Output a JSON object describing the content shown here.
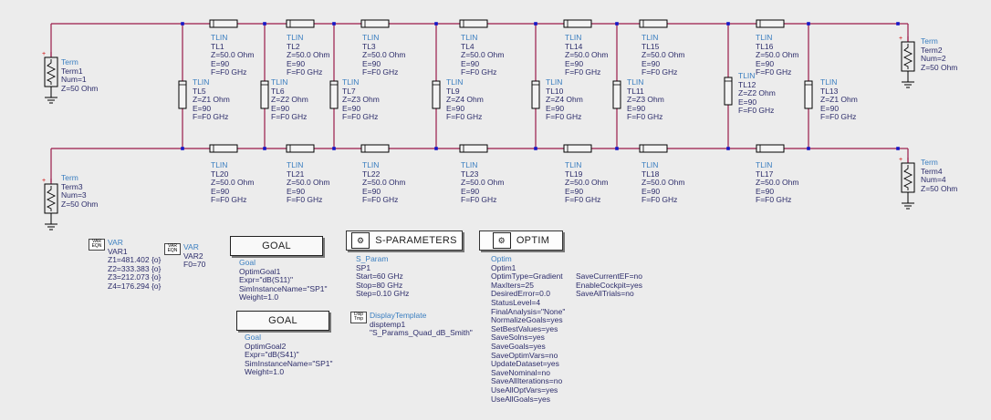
{
  "colors": {
    "wire": "#9a1a4a",
    "node": "#1515c8",
    "label_title": "#3a7ec0",
    "label_text": "#2c2c6a"
  },
  "terms": [
    {
      "id": "term1",
      "title": "Term",
      "lines": [
        "Term1",
        "Num=1",
        "Z=50 Ohm"
      ]
    },
    {
      "id": "term2",
      "title": "Term",
      "lines": [
        "Term2",
        "Num=2",
        "Z=50 Ohm"
      ]
    },
    {
      "id": "term3",
      "title": "Term",
      "lines": [
        "Term3",
        "Num=3",
        "Z=50 Ohm"
      ]
    },
    {
      "id": "term4",
      "title": "Term",
      "lines": [
        "Term4",
        "Num=4",
        "Z=50 Ohm"
      ]
    }
  ],
  "tlines": [
    {
      "id": "tl1",
      "title": "TLIN",
      "lines": [
        "TL1",
        "Z=50.0 Ohm",
        "E=90",
        "F=F0 GHz"
      ]
    },
    {
      "id": "tl2",
      "title": "TLIN",
      "lines": [
        "TL2",
        "Z=50.0 Ohm",
        "E=90",
        "F=F0 GHz"
      ]
    },
    {
      "id": "tl3",
      "title": "TLIN",
      "lines": [
        "TL3",
        "Z=50.0 Ohm",
        "E=90",
        "F=F0 GHz"
      ]
    },
    {
      "id": "tl4",
      "title": "TLIN",
      "lines": [
        "TL4",
        "Z=50.0 Ohm",
        "E=90",
        "F=F0 GHz"
      ]
    },
    {
      "id": "tl14",
      "title": "TLIN",
      "lines": [
        "TL14",
        "Z=50.0 Ohm",
        "E=90",
        "F=F0 GHz"
      ]
    },
    {
      "id": "tl15",
      "title": "TLIN",
      "lines": [
        "TL15",
        "Z=50.0 Ohm",
        "E=90",
        "F=F0 GHz"
      ]
    },
    {
      "id": "tl16",
      "title": "TLIN",
      "lines": [
        "TL16",
        "Z=50.0 Ohm",
        "E=90",
        "F=F0 GHz"
      ]
    },
    {
      "id": "tl5",
      "title": "TLIN",
      "lines": [
        "TL5",
        "Z=Z1 Ohm",
        "E=90",
        "F=F0 GHz"
      ]
    },
    {
      "id": "tl6",
      "title": "TLIN",
      "lines": [
        "TL6",
        "Z=Z2 Ohm",
        "E=90",
        "F=F0 GHz"
      ]
    },
    {
      "id": "tl7",
      "title": "TLIN",
      "lines": [
        "TL7",
        "Z=Z3 Ohm",
        "E=90",
        "F=F0 GHz"
      ]
    },
    {
      "id": "tl9",
      "title": "TLIN",
      "lines": [
        "TL9",
        "Z=Z4 Ohm",
        "E=90",
        "F=F0 GHz"
      ]
    },
    {
      "id": "tl10",
      "title": "TLIN",
      "lines": [
        "TL10",
        "Z=Z4 Ohm",
        "E=90",
        "F=F0 GHz"
      ]
    },
    {
      "id": "tl11",
      "title": "TLIN",
      "lines": [
        "TL11",
        "Z=Z3 Ohm",
        "E=90",
        "F=F0 GHz"
      ]
    },
    {
      "id": "tl12",
      "title": "TLIN",
      "lines": [
        "TL12",
        "Z=Z2 Ohm",
        "E=90",
        "F=F0 GHz"
      ]
    },
    {
      "id": "tl13",
      "title": "TLIN",
      "lines": [
        "TL13",
        "Z=Z1 Ohm",
        "E=90",
        "F=F0 GHz"
      ]
    },
    {
      "id": "tl20",
      "title": "TLIN",
      "lines": [
        "TL20",
        "Z=50.0 Ohm",
        "E=90",
        "F=F0 GHz"
      ]
    },
    {
      "id": "tl21",
      "title": "TLIN",
      "lines": [
        "TL21",
        "Z=50.0 Ohm",
        "E=90",
        "F=F0 GHz"
      ]
    },
    {
      "id": "tl22",
      "title": "TLIN",
      "lines": [
        "TL22",
        "Z=50.0 Ohm",
        "E=90",
        "F=F0 GHz"
      ]
    },
    {
      "id": "tl23",
      "title": "TLIN",
      "lines": [
        "TL23",
        "Z=50.0 Ohm",
        "E=90",
        "F=F0 GHz"
      ]
    },
    {
      "id": "tl19",
      "title": "TLIN",
      "lines": [
        "TL19",
        "Z=50.0 Ohm",
        "E=90",
        "F=F0 GHz"
      ]
    },
    {
      "id": "tl18",
      "title": "TLIN",
      "lines": [
        "TL18",
        "Z=50.0 Ohm",
        "E=90",
        "F=F0 GHz"
      ]
    },
    {
      "id": "tl17",
      "title": "TLIN",
      "lines": [
        "TL17",
        "Z=50.0 Ohm",
        "E=90",
        "F=F0 GHz"
      ]
    }
  ],
  "var1": {
    "icon_text": "VAR EQN",
    "title": "VAR",
    "lines": [
      "VAR1",
      "Z1=481.402 {o}",
      "Z2=333.383 {o}",
      "Z3=212.073 {o}",
      "Z4=176.294 {o}"
    ]
  },
  "var2": {
    "icon_text": "VAR EQN",
    "title": "VAR",
    "lines": [
      "VAR2",
      "F0=70"
    ]
  },
  "goal1": {
    "button": "GOAL",
    "title": "Goal",
    "lines": [
      "OptimGoal1",
      "Expr=\"dB(S11)\"",
      "SimInstanceName=\"SP1\"",
      "Weight=1.0"
    ]
  },
  "goal2": {
    "button": "GOAL",
    "title": "Goal",
    "lines": [
      "OptimGoal2",
      "Expr=\"dB(S41)\"",
      "SimInstanceName=\"SP1\"",
      "Weight=1.0"
    ]
  },
  "sparam": {
    "button": "S-PARAMETERS",
    "title": "S_Param",
    "lines": [
      "SP1",
      "Start=60 GHz",
      "Stop=80 GHz",
      "Step=0.10 GHz"
    ]
  },
  "disp": {
    "icon_text": "Disp Tmp",
    "title": "DisplayTemplate",
    "lines": [
      "disptemp1",
      "\"S_Params_Quad_dB_Smith\""
    ]
  },
  "optim": {
    "button": "OPTIM",
    "title": "Optim",
    "lines": [
      "Optim1",
      "OptimType=Gradient",
      "MaxIters=25",
      "DesiredError=0.0",
      "StatusLevel=4",
      "FinalAnalysis=\"None\"",
      "NormalizeGoals=yes",
      "SetBestValues=yes",
      "SaveSolns=yes",
      "SaveGoals=yes",
      "SaveOptimVars=no",
      "UpdateDataset=yes",
      "SaveNominal=no",
      "SaveAllIterations=no",
      "UseAllOptVars=yes",
      "UseAllGoals=yes"
    ],
    "lines2": [
      "SaveCurrentEF=no",
      "EnableCockpit=yes",
      "SaveAllTrials=no"
    ]
  }
}
